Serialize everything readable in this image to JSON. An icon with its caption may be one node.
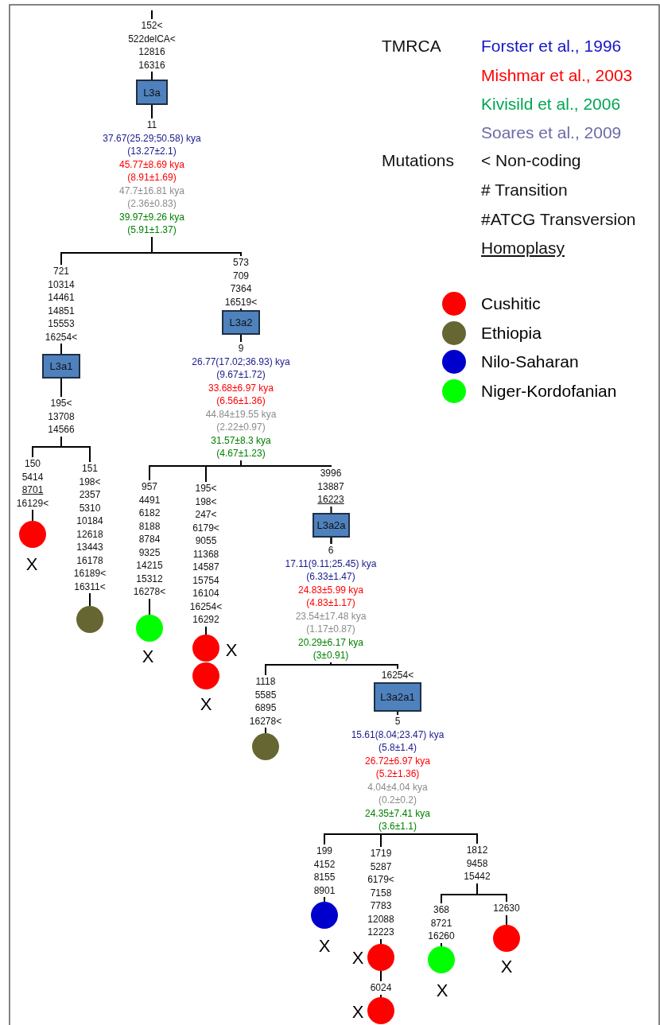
{
  "diagram": {
    "nodes": [
      {
        "text": [
          "L3a"
        ],
        "beside": [
          "11",
          "37.67(25.29;50.58) kya",
          "(13.27±2.1)",
          "45.77±8.69 kya",
          "(8.91±1.69)",
          "47.7±16.81 kya",
          "(2.36±0.83)",
          "39.97±9.26 kya",
          "(5.91±1.37)"
        ]
      },
      {
        "text": [
          "L3a1"
        ]
      },
      {
        "text": [
          "L3a2"
        ],
        "beside": [
          "9",
          "26.77(17.02;36.93) kya",
          "(9.67±1.72)",
          "33.68±6.97 kya",
          "(6.56±1.36)",
          "44.84±19.55 kya",
          "(2.22±0.97)",
          "31.57±8.3 kya",
          "(4.67±1.23)"
        ]
      },
      {
        "text": [],
        "shape": "circle",
        "beside": [
          "X"
        ]
      },
      {
        "text": [],
        "shape": "circle"
      },
      {
        "text": [],
        "shape": "circle",
        "beside": [
          "X"
        ]
      },
      {
        "text": [],
        "shape": "circle",
        "beside": [
          "X"
        ]
      },
      {
        "text": [],
        "shape": "circle",
        "beside": [
          "X"
        ]
      },
      {
        "text": [
          "L3a2a"
        ],
        "beside": [
          "6",
          "17.11(9.11;25.45) kya",
          "(6.33±1.47)",
          "24.83±5.99 kya",
          "(4.83±1.17)",
          "23.54±17.48 kya",
          "(1.17±0.87)",
          "20.29±6.17 kya",
          "(3±0.91)"
        ]
      },
      {
        "text": [],
        "shape": "circle"
      },
      {
        "text": [
          "L3a2a1"
        ],
        "beside": [
          "5",
          "15.61(8.04;23.47) kya",
          "(5.8±1.4)",
          "26.72±6.97 kya",
          "(5.2±1.36)",
          "4.04±4.04 kya",
          "(0.2±0.2)",
          "24.35±7.41 kya",
          "(3.6±1.1)"
        ]
      },
      {
        "text": [],
        "shape": "circle",
        "beside": [
          "X"
        ]
      },
      {
        "text": [],
        "shape": "circle",
        "beside": [
          "X"
        ]
      },
      {
        "text": [],
        "shape": "circle",
        "beside": [
          "X"
        ]
      },
      {
        "text": [],
        "shape": "circle",
        "beside": [
          "X"
        ]
      },
      {
        "text": [],
        "shape": "circle",
        "beside": [
          "X"
        ]
      }
    ],
    "edges": [
      {
        "from": null,
        "to": 0,
        "arrow": "none",
        "label": "152< 522delCA< 12816 16316"
      },
      {
        "from": 0,
        "to": 1,
        "arrow": "none",
        "label": "721 10314 14461 14851 15553 16254<"
      },
      {
        "from": 0,
        "to": 2,
        "arrow": "none",
        "label": "573 709 7364 16519<"
      },
      {
        "from": 1,
        "to": 3,
        "arrow": "none",
        "label": "150 5414 8701 16129<"
      },
      {
        "from": 1,
        "to": 4,
        "arrow": "none",
        "label": "151 198< 2357 5310 10184 12618 13443 16178 16189< 16311<"
      },
      {
        "from": 2,
        "to": 5,
        "arrow": "none",
        "label": "957 4491 6182 8188 8784 9325 14215 15312 16278<"
      },
      {
        "from": 2,
        "to": 6,
        "arrow": "none",
        "label": "195< 198< 247< 6179< 9055 11368 14587 15754 16104 16254< 16292"
      },
      {
        "from": 2,
        "to": 8,
        "arrow": "none",
        "label": "3996 13887 16223"
      },
      {
        "from": 8,
        "to": 9,
        "arrow": "none",
        "label": "1118 5585 6895 16278<"
      },
      {
        "from": 8,
        "to": 10,
        "arrow": "none",
        "label": "16254<"
      },
      {
        "from": 10,
        "to": 11,
        "arrow": "none",
        "label": "199 4152 8155 8901"
      },
      {
        "from": 10,
        "to": 12,
        "arrow": "none",
        "label": "1719 5287 6179< 7158 7783 12088 12223"
      },
      {
        "from": 12,
        "to": 13,
        "arrow": "none",
        "label": "6024"
      },
      {
        "from": 10,
        "to": 14,
        "arrow": "none",
        "label": "368 8721 16260"
      },
      {
        "from": 10,
        "to": 15,
        "arrow": "none",
        "label": "12630"
      }
    ],
    "labels": [
      "TMRCA",
      "Forster et al., 1996",
      "Mishmar et al., 2003",
      "Kivisild et al., 2006",
      "Soares et al., 2009",
      "Mutations",
      "< Non-coding",
      "# Transition",
      "#ATCG Transversion",
      "Homoplasy",
      "195< 13708 14566",
      "1812 9458 15442"
    ],
    "legend": [
      {
        "text": "Cushitic",
        "color": "#ff0000"
      },
      {
        "text": "Ethiopia",
        "color": "#666633"
      },
      {
        "text": "Nilo-Saharan",
        "color": "#0000cc"
      },
      {
        "text": "Niger-Kordofanian",
        "color": "#00ff00"
      }
    ]
  }
}
